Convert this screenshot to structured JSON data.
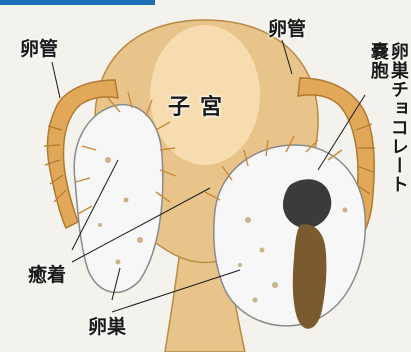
{
  "labels": {
    "oviduct_left": "卵管",
    "oviduct_right": "卵管",
    "uterus": "子宮",
    "cyst_col1": "嚢胞",
    "cyst_col2": "卵巣チョコレート",
    "adhesion": "癒着",
    "ovary": "卵巣"
  },
  "colors": {
    "uterus": "#e8c48a",
    "uterus_highlight": "#f6dcae",
    "tube": "#e2a85a",
    "ovary": "#f7f7f7",
    "adhesion_spikes": "#c98a3a",
    "blood_dark": "#3b3b3b",
    "blood_brown": "#7a5a2e",
    "header_bar": "#1d6fb8"
  }
}
